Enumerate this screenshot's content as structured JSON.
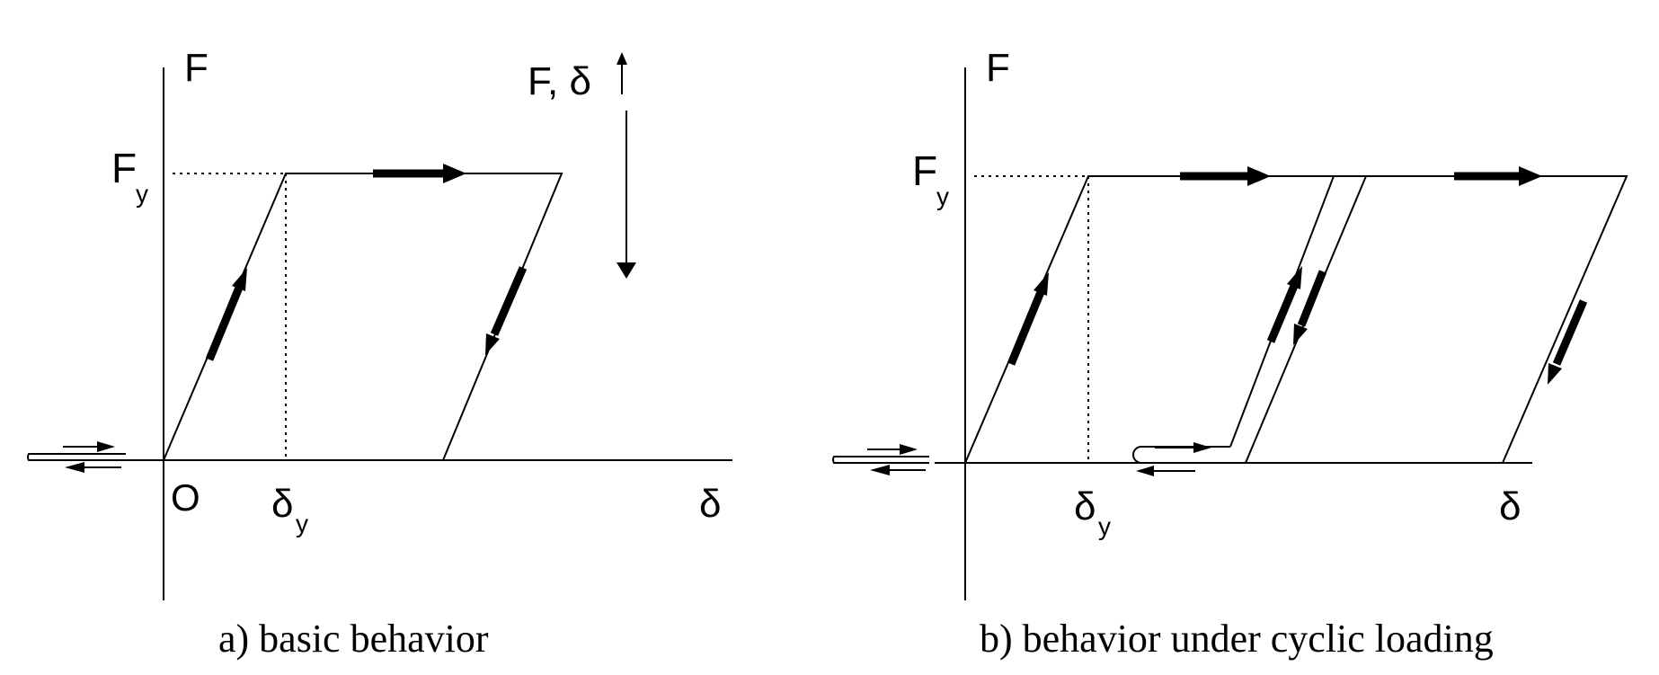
{
  "panel_a": {
    "force_axis": "F",
    "yield_force": "F",
    "yield_force_sub": "y",
    "origin": "O",
    "yield_disp": "δ",
    "yield_disp_sub": "y",
    "disp_axis": "δ",
    "legend_label": "F, δ",
    "caption": "a) basic behavior"
  },
  "panel_b": {
    "force_axis": "F",
    "yield_force": "F",
    "yield_force_sub": "y",
    "yield_disp": "δ",
    "yield_disp_sub": "y",
    "disp_axis": "δ",
    "caption": "b) behavior under cyclic loading"
  },
  "icons": [
    "arrow-right-icon",
    "arrow-left-icon",
    "arrow-up-icon",
    "arrow-down-icon"
  ]
}
